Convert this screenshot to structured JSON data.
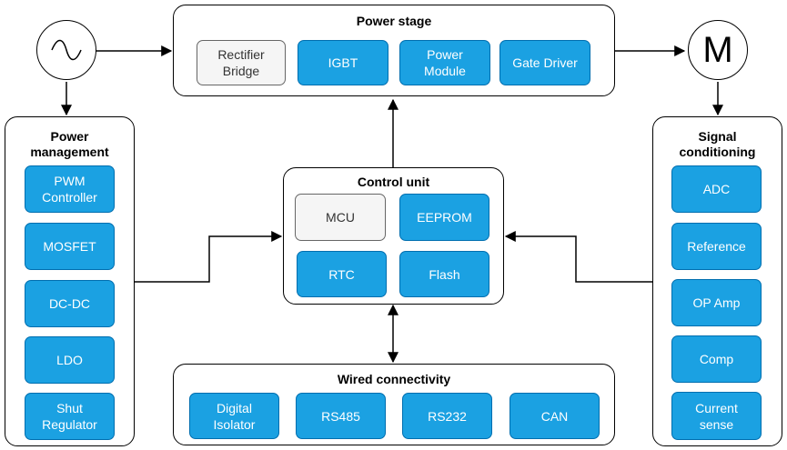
{
  "power_stage": {
    "title": "Power stage",
    "blocks": [
      "Rectifier\nBridge",
      "IGBT",
      "Power\nModule",
      "Gate Driver"
    ]
  },
  "power_management": {
    "title": "Power\nmanagement",
    "blocks": [
      "PWM\nController",
      "MOSFET",
      "DC-DC",
      "LDO",
      "Shut\nRegulator"
    ]
  },
  "control_unit": {
    "title": "Control unit",
    "blocks": [
      "MCU",
      "EEPROM",
      "RTC",
      "Flash"
    ]
  },
  "signal_conditioning": {
    "title": "Signal\nconditioning",
    "blocks": [
      "ADC",
      "Reference",
      "OP Amp",
      "Comp",
      "Current\nsense"
    ]
  },
  "wired_connectivity": {
    "title": "Wired connectivity",
    "blocks": [
      "Digital\nIsolator",
      "RS485",
      "RS232",
      "CAN"
    ]
  },
  "motor": {
    "label": "M"
  },
  "ac_source": {
    "icon": "ac-sine-icon"
  },
  "colors": {
    "block_fill": "#1ba1e2",
    "block_stroke": "#006eaf",
    "neutral_fill": "#f5f5f5",
    "neutral_stroke": "#666666",
    "line": "#000000"
  }
}
